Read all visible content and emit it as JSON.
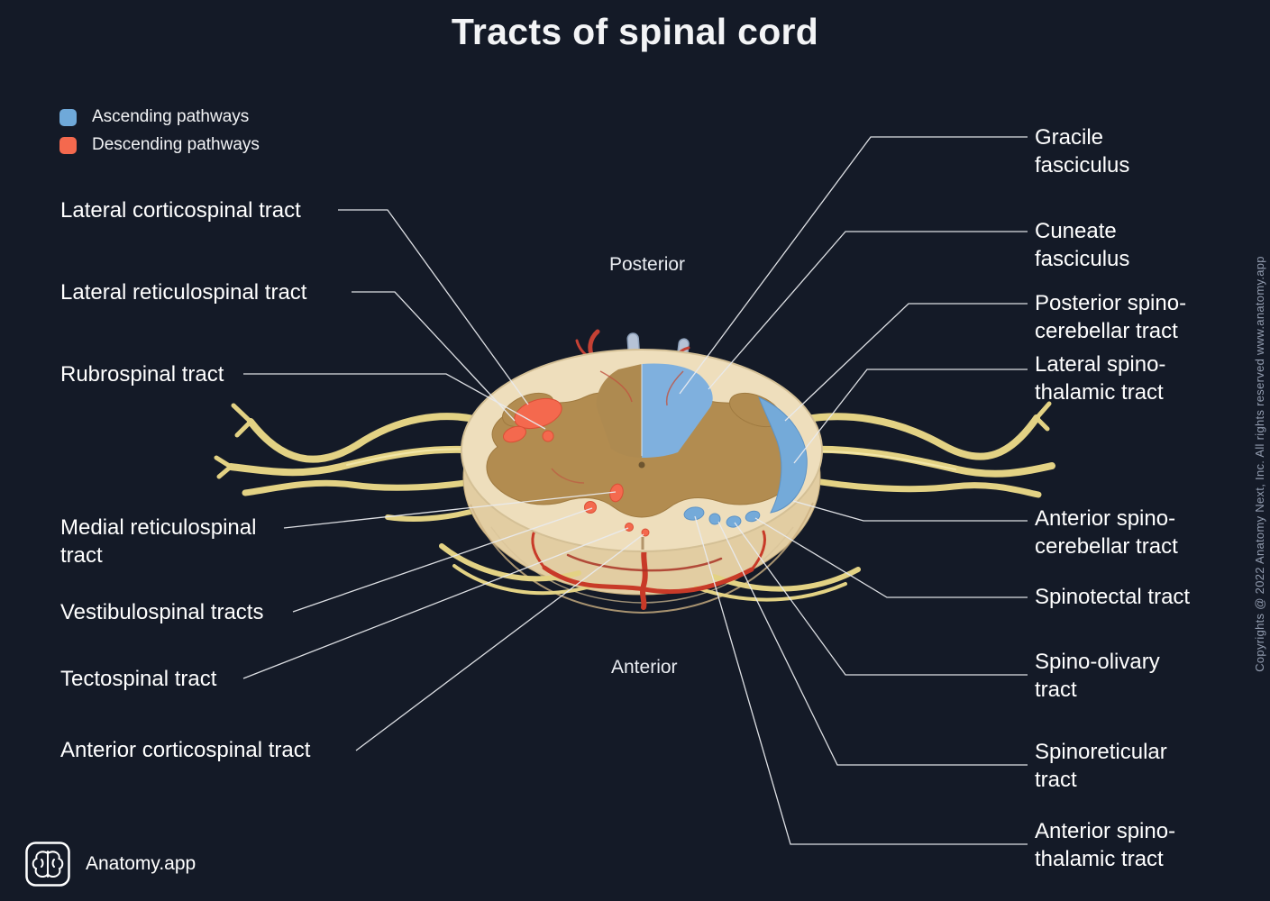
{
  "title": "Tracts of spinal cord",
  "legend": {
    "items": [
      {
        "label": "Ascending pathways",
        "color": "#6fa9d9"
      },
      {
        "label": "Descending pathways",
        "color": "#f4694e"
      }
    ]
  },
  "orientation": {
    "posterior": "Posterior",
    "anterior": "Anterior"
  },
  "labels": {
    "left": [
      {
        "text": "Lateral corticospinal tract"
      },
      {
        "text": "Lateral reticulospinal tract"
      },
      {
        "text": "Rubrospinal tract"
      },
      {
        "text": "Medial reticulospinal tract"
      },
      {
        "text": "Vestibulospinal tracts"
      },
      {
        "text": "Tectospinal tract"
      },
      {
        "text": "Anterior corticospinal tract"
      }
    ],
    "right": [
      {
        "text": "Gracile fasciculus"
      },
      {
        "text": "Cuneate fasciculus"
      },
      {
        "text": "Posterior spino-cerebellar tract"
      },
      {
        "text": "Lateral spino-thalamic tract"
      },
      {
        "text": "Anterior spino-cerebellar tract"
      },
      {
        "text": "Spinotectal tract"
      },
      {
        "text": "Spino-olivary tract"
      },
      {
        "text": "Spinoreticular tract"
      },
      {
        "text": "Anterior spino-thalamic tract"
      }
    ]
  },
  "footer": {
    "brand": "Anatomy.app"
  },
  "watermark": "Copyrights @ 2022 Anatomy Next, Inc. All rights reserved www.anatomy.app",
  "colors": {
    "background": "#141a27",
    "ascending": "#6fa9d9",
    "descending": "#f4694e"
  }
}
